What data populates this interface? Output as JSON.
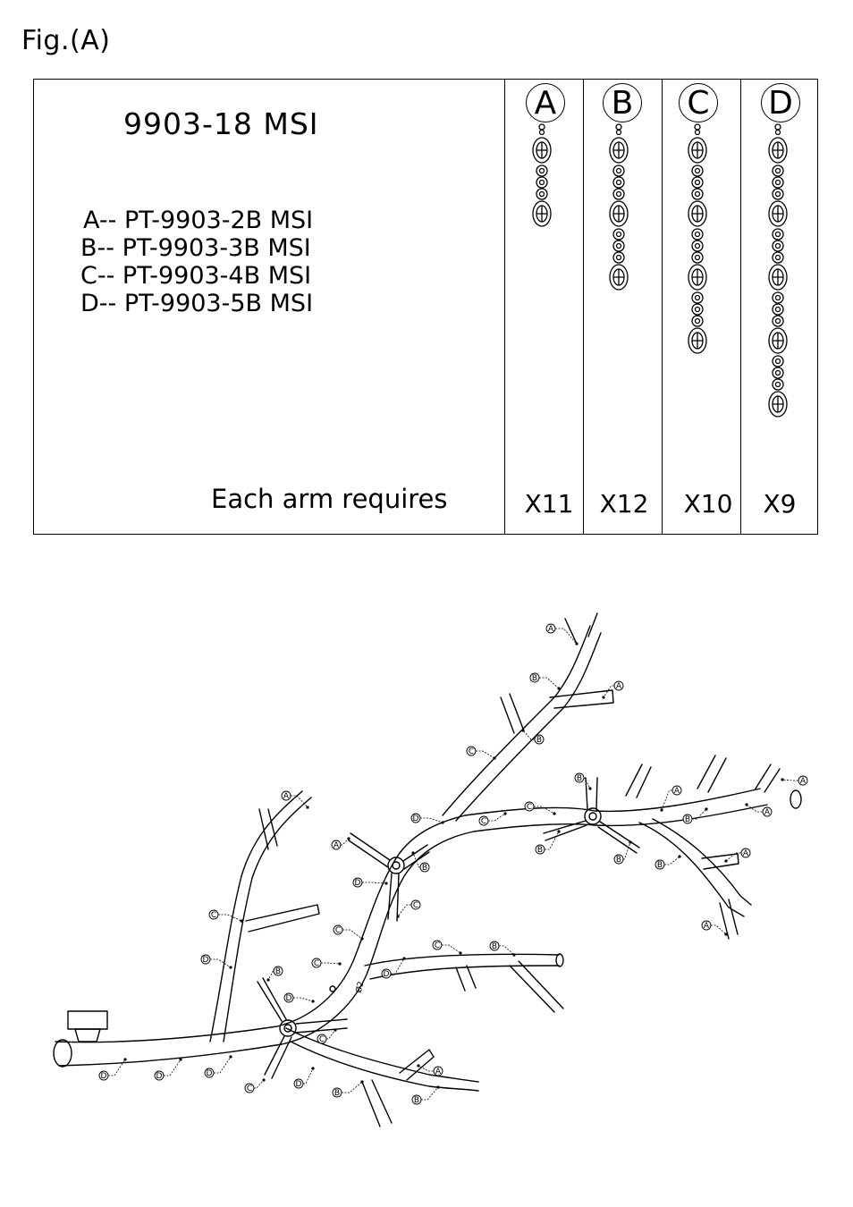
{
  "figure_label": "Fig.(A)",
  "model": "9903-18 MSI",
  "parts": [
    "A-- PT-9903-2B MSI",
    "B-- PT-9903-3B MSI",
    "C-- PT-9903-4B MSI",
    "D-- PT-9903-5B MSI"
  ],
  "each_arm_label": "Each arm requires",
  "columns": [
    {
      "letter": "A",
      "count": "X11",
      "large_crystals": 2
    },
    {
      "letter": "B",
      "count": "X12",
      "large_crystals": 3
    },
    {
      "letter": "C",
      "count": "X10",
      "large_crystals": 4
    },
    {
      "letter": "D",
      "count": "X9",
      "large_crystals": 5
    }
  ],
  "diagram_callout_letters": [
    "A",
    "B",
    "C",
    "D"
  ],
  "diagram_annotation": "Ø2"
}
